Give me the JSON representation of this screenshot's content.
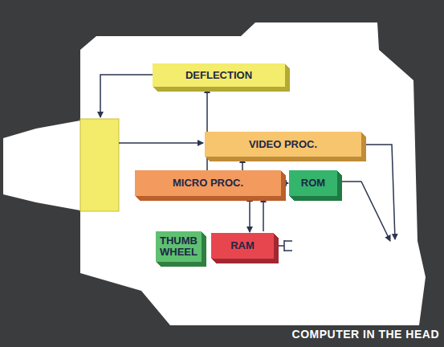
{
  "diagram": {
    "caption": "COMPUTER IN THE HEAD",
    "nodes": [
      {
        "text": [
          "DEFLECTION"
        ]
      },
      {
        "text": [
          "VIDEO PROC."
        ]
      },
      {
        "text": [
          "MICRO PROC."
        ]
      },
      {
        "text": [
          "ROM"
        ]
      },
      {
        "text": [
          "THUMB WHEEL"
        ]
      },
      {
        "text": [
          "RAM"
        ]
      }
    ],
    "edges": [
      {
        "from": 2,
        "to": 0,
        "arrow": "to"
      },
      {
        "from": 2,
        "to": 1,
        "arrow": "to"
      },
      {
        "from": 2,
        "to": 3,
        "arrow": "both"
      },
      {
        "from": 2,
        "to": 5,
        "arrow": "both"
      },
      {
        "from": 4,
        "to": 2,
        "arrow": "to"
      }
    ]
  }
}
